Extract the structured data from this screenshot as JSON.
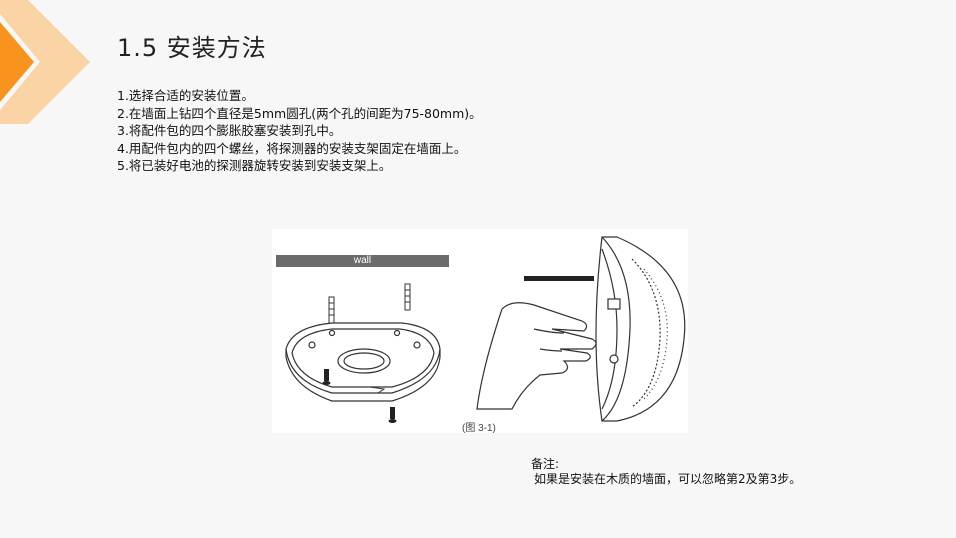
{
  "slide": {
    "title": "1.5 安装方法",
    "steps": [
      "1.选择合适的安装位置。",
      "2.在墙面上钻四个直径是5mm圆孔(两个孔的间距为75-80mm)。",
      "3.将配件包的四个膨胀胶塞安装到孔中。",
      "4.用配件包内的四个螺丝，将探测器的安装支架固定在墙面上。",
      "5.将已装好电池的探测器旋转安装到安装支架上。"
    ],
    "figure": {
      "wall_label": "wall",
      "caption": "(图 3-1)"
    },
    "note": {
      "title": "备注:",
      "text": "如果是安装在木质的墙面，可以忽略第2及第3步。"
    },
    "colors": {
      "accent_orange": "#f7931e",
      "accent_light": "#fbd4a6",
      "wall_bar": "#6b6b6b"
    }
  }
}
